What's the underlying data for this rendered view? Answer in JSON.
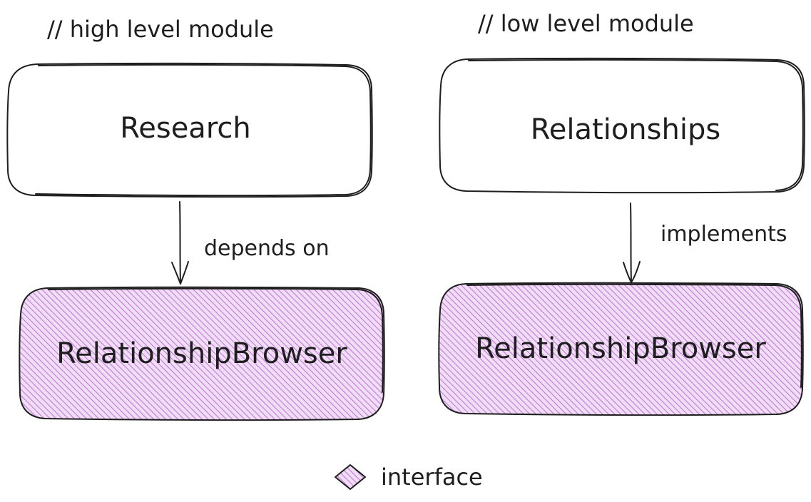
{
  "colors": {
    "ink": "#1e1e1e",
    "interface_fill": "#d9a6e8",
    "interface_hatch": "#b86bd0",
    "background": "#ffffff"
  },
  "comments": {
    "high_level": "// high level module",
    "low_level": "// low level module"
  },
  "left": {
    "module": "Research",
    "edge_label": "depends on",
    "interface": "RelationshipBrowser"
  },
  "right": {
    "module": "Relationships",
    "edge_label": "implements",
    "interface": "RelationshipBrowser"
  },
  "legend": {
    "icon": "diamond-icon",
    "label": "interface"
  }
}
